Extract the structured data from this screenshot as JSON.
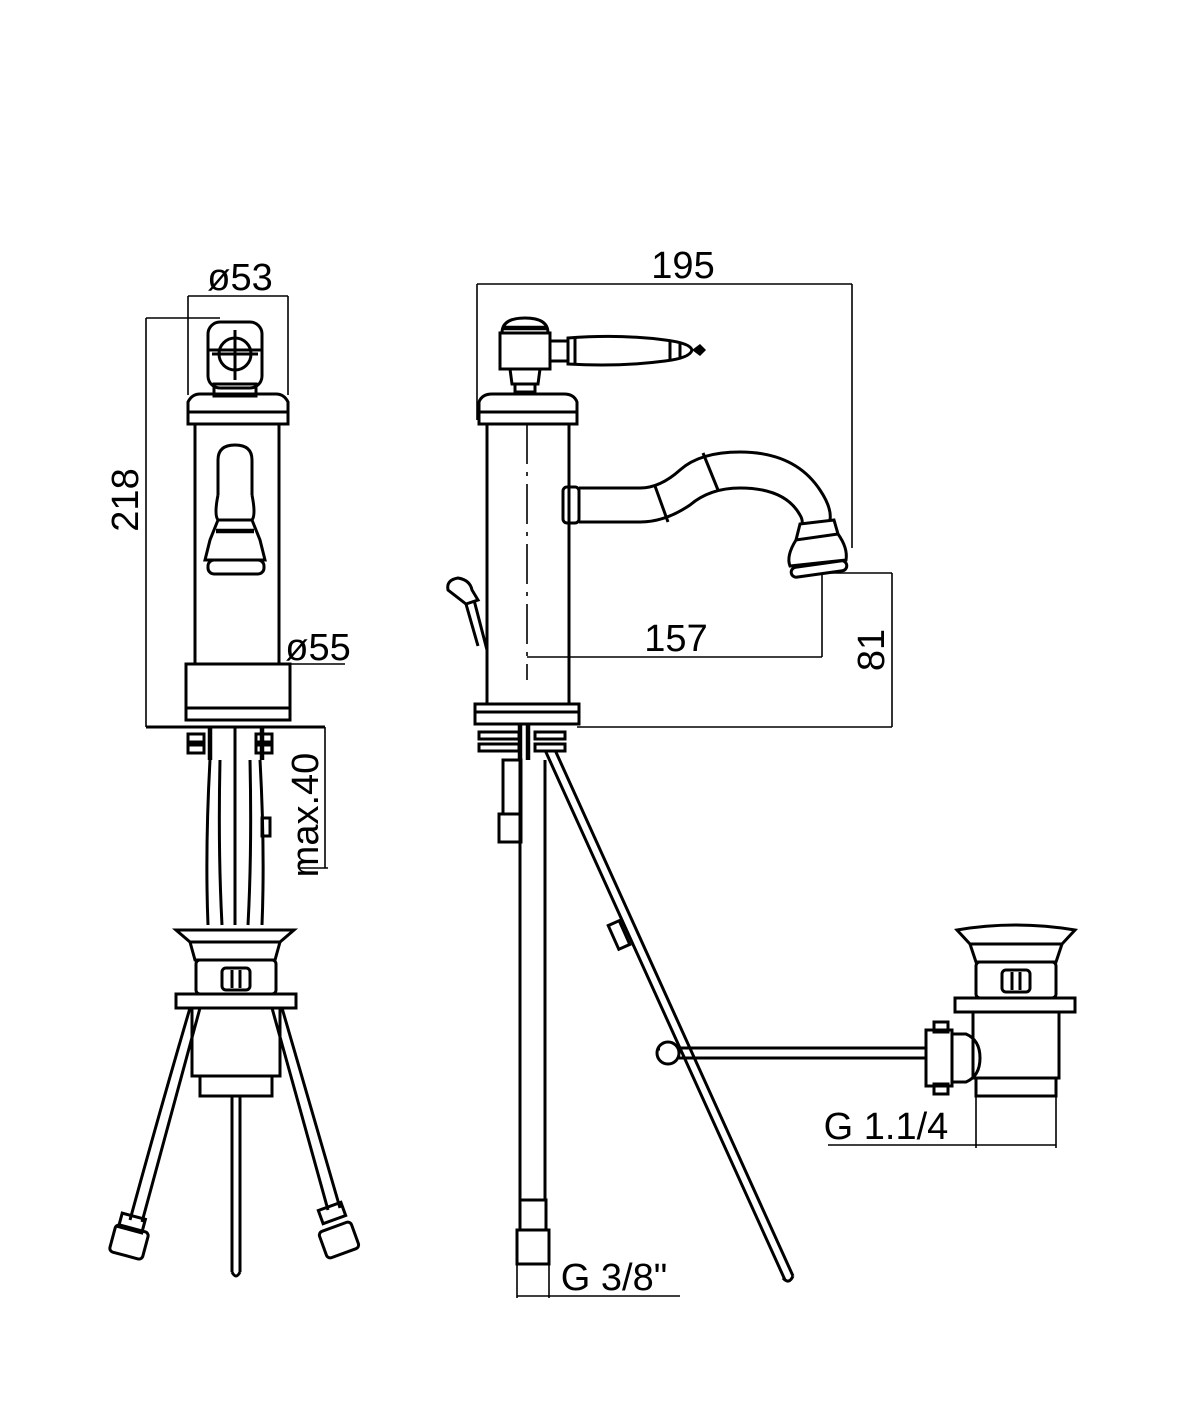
{
  "drawing": {
    "dimensions": {
      "body_diameter_top": "ø53",
      "base_diameter": "ø55",
      "total_height": "218",
      "max_deck_thickness": "max.40",
      "total_depth": "195",
      "spout_reach": "157",
      "spout_height": "81",
      "supply_thread": "G 3/8\"",
      "waste_thread": "G 1.1/4"
    }
  }
}
